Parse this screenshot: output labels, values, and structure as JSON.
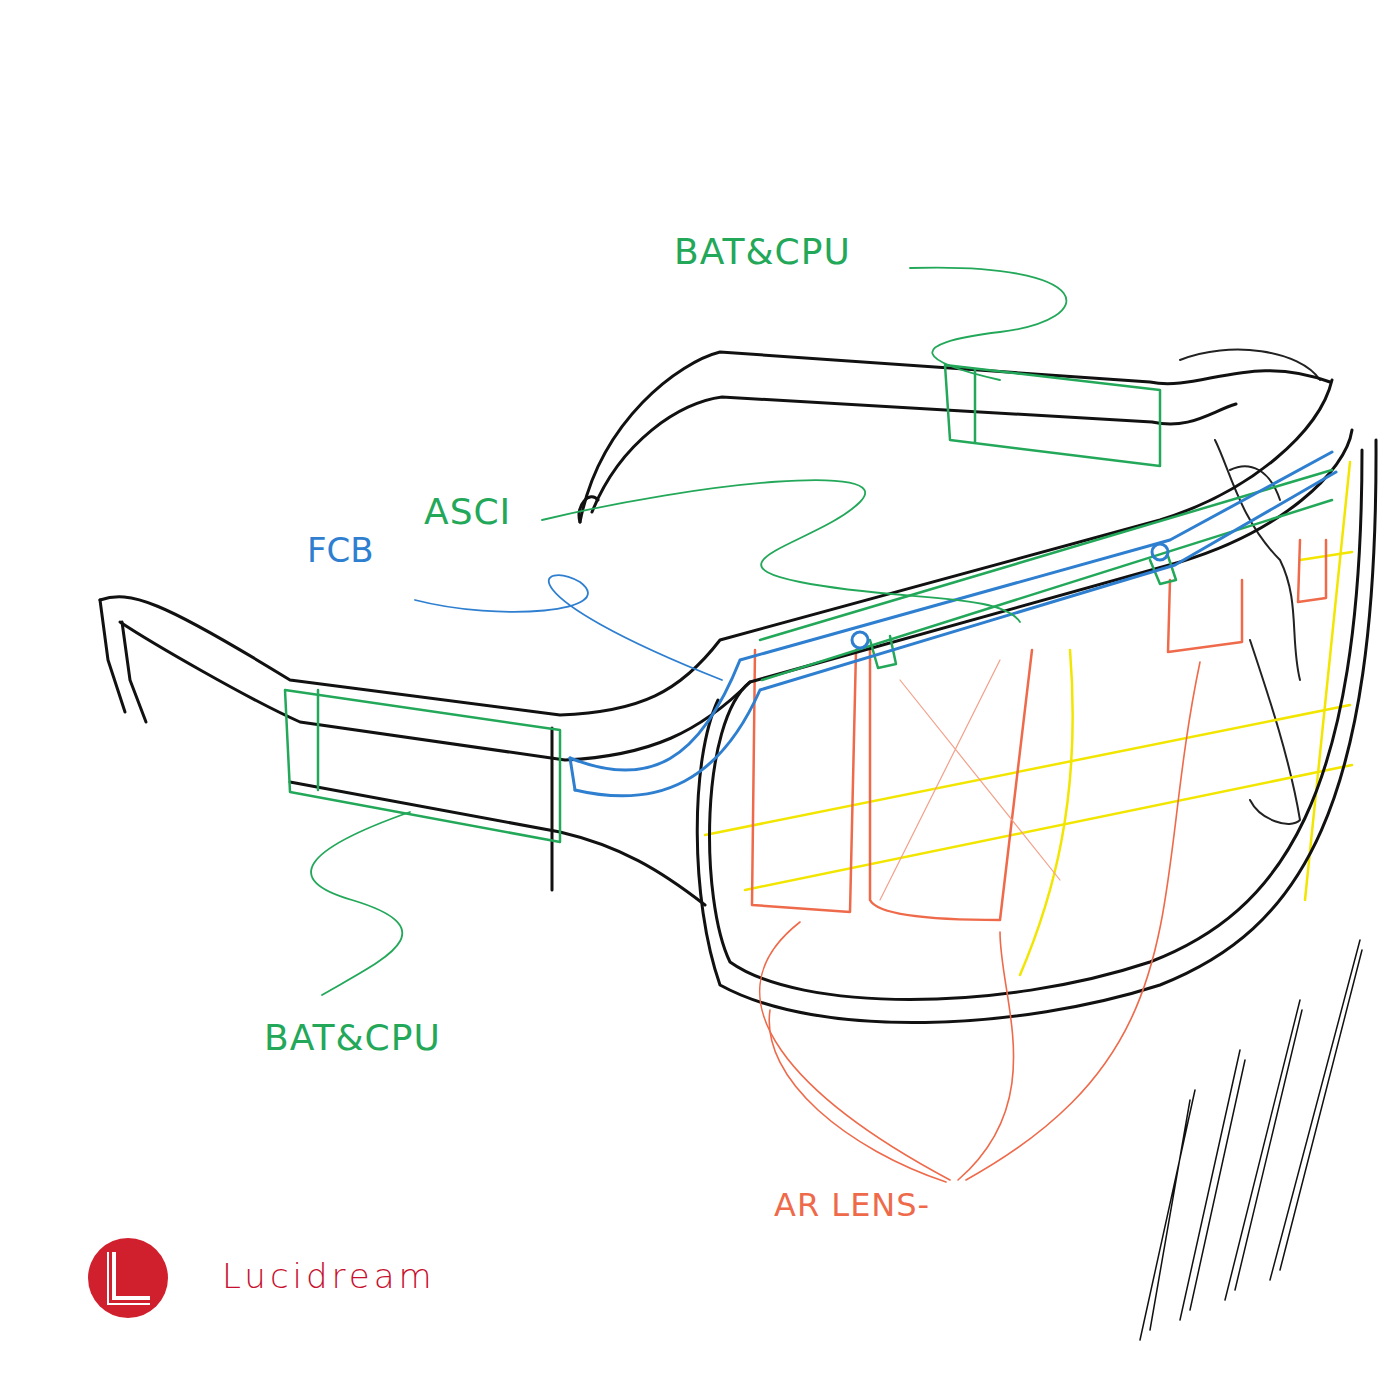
{
  "diagram": {
    "labels": [
      "BAT&CPU",
      "ASCI",
      "FCB",
      "BAT&CPU",
      "AR LENS-",
      "Lucidream"
    ]
  }
}
